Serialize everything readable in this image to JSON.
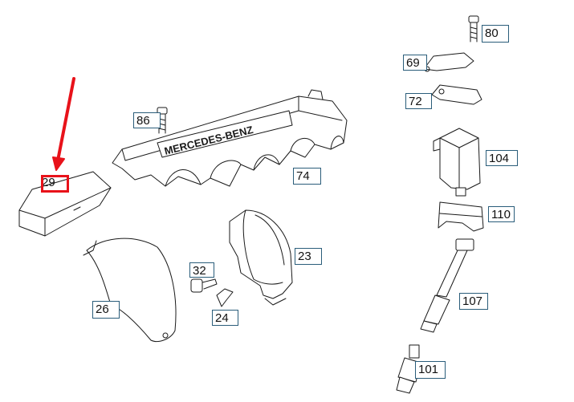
{
  "diagram": {
    "brand_lettering": "MERCEDES-BENZ",
    "highlight_color": "#e8121a",
    "callout_border_color": "#2a5d7a",
    "parts": {
      "p80": "80",
      "p69": "69",
      "p72": "72",
      "p86": "86",
      "p104": "104",
      "p74": "74",
      "p29": "29",
      "p110": "110",
      "p32": "32",
      "p23": "23",
      "p107": "107",
      "p26": "26",
      "p24": "24",
      "p101": "101"
    },
    "selected_part": "29"
  }
}
